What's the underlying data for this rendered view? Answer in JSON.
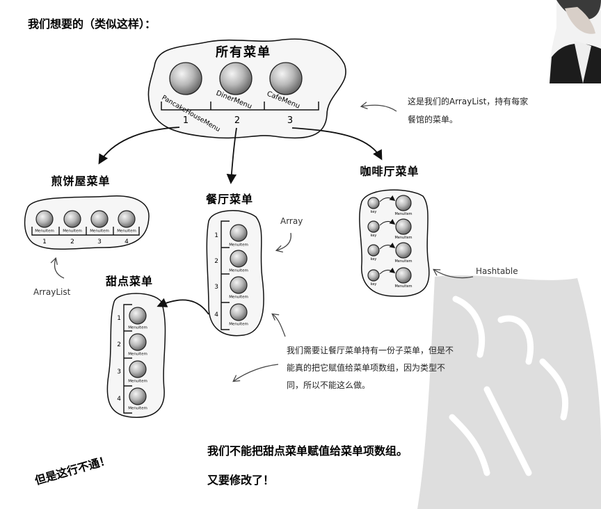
{
  "heading": "我们想要的（类似这样）：",
  "all_menus": {
    "title": "所有菜单",
    "items": [
      "PancakeHouseMenu",
      "DinerMenu",
      "CafeMenu"
    ],
    "indexes": [
      "1",
      "2",
      "3"
    ]
  },
  "arraylist_note": [
    "这是我们的ArrayList，持有每家",
    "餐馆的菜单。"
  ],
  "pancake": {
    "title": "煎饼屋菜单",
    "item_label": "MenuItem",
    "indexes": [
      "1",
      "2",
      "3",
      "4"
    ],
    "caption": "ArrayList"
  },
  "diner": {
    "title": "餐厅菜单",
    "item_label": "MenuItem",
    "indexes": [
      "1",
      "2",
      "3",
      "4"
    ],
    "caption": "Array"
  },
  "cafe": {
    "title": "咖啡厅菜单",
    "caption": "Hashtable",
    "key_label": "key",
    "item_label": "MenuItem"
  },
  "dessert": {
    "title": "甜点菜单",
    "item_label": "MenuItem",
    "indexes": [
      "1",
      "2",
      "3",
      "4"
    ]
  },
  "problem_note": [
    "我们需要让餐厅菜单持有一份子菜单，但是不",
    "能真的把它赋值给菜单项数组，因为类型不",
    "同，所以不能这么做。"
  ],
  "but": "但是这行不通！",
  "line1": "我们不能把甜点菜单赋值给菜单项数组。",
  "line2": "又要修改了！"
}
